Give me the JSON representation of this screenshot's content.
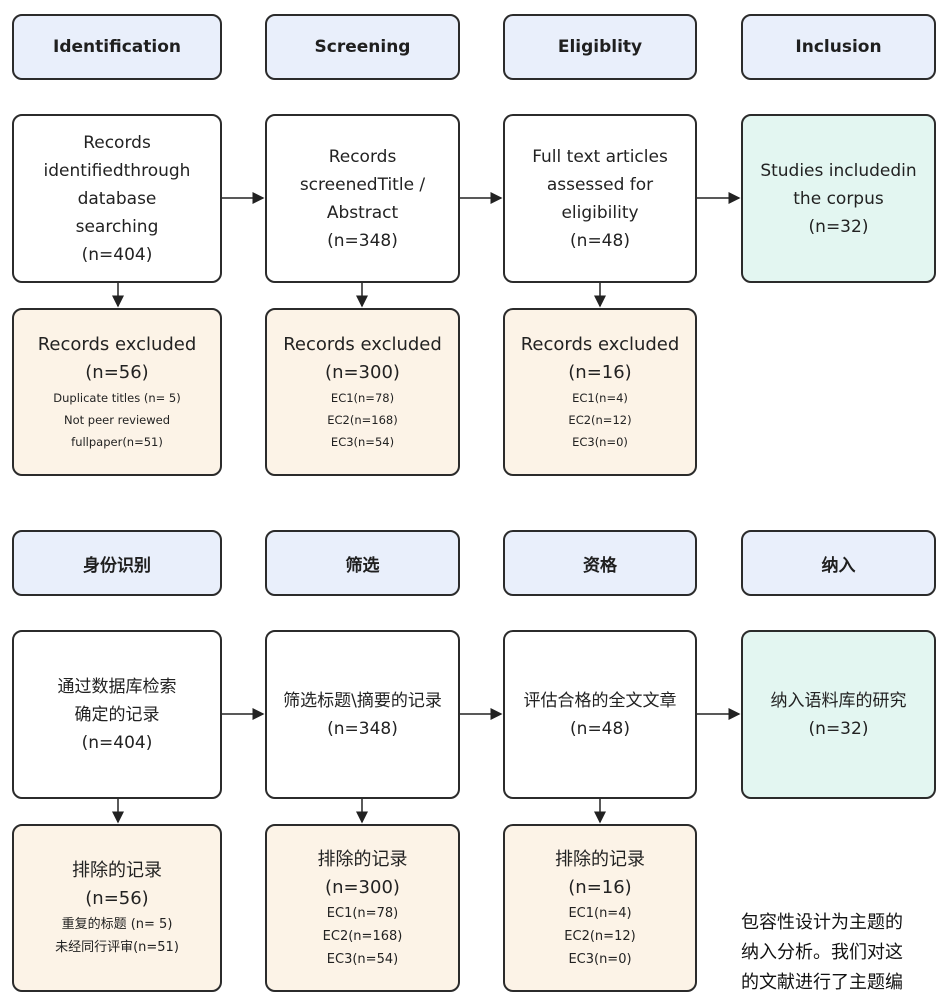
{
  "english": {
    "headers": [
      "Identification",
      "Screening",
      "Eligiblity",
      "Inclusion"
    ],
    "records": [
      {
        "lines": [
          "Records",
          "identifiedthrough",
          "database",
          "searching"
        ],
        "count": "(n=404)"
      },
      {
        "lines": [
          "Records",
          "screenedTitle /",
          "Abstract"
        ],
        "count": "(n=348)"
      },
      {
        "lines": [
          "Full text articles",
          "assessed for",
          "eligibility"
        ],
        "count": "(n=48)"
      },
      {
        "lines": [
          "Studies includedin",
          "the corpus"
        ],
        "count": "(n=32)"
      }
    ],
    "excluded": [
      {
        "title": "Records excluded",
        "count": "(n=56)",
        "details": [
          "Duplicate titles (n= 5)",
          "Not peer reviewed",
          "fullpaper(n=51)"
        ]
      },
      {
        "title": "Records excluded",
        "count": "(n=300)",
        "details": [
          "EC1(n=78)",
          "EC2(n=168)",
          "EC3(n=54)"
        ]
      },
      {
        "title": "Records excluded",
        "count": "(n=16)",
        "details": [
          "EC1(n=4)",
          "EC2(n=12)",
          "EC3(n=0)"
        ]
      }
    ]
  },
  "chinese": {
    "headers": [
      "身份识别",
      "筛选",
      "资格",
      "纳入"
    ],
    "records": [
      {
        "lines": [
          "通过数据库检索",
          "确定的记录"
        ],
        "count": "(n=404)"
      },
      {
        "lines": [
          "筛选标题\\摘要的记录"
        ],
        "count": "(n=348)"
      },
      {
        "lines": [
          "评估合格的全文文章"
        ],
        "count": "(n=48)"
      },
      {
        "lines": [
          "纳入语料库的研究"
        ],
        "count": "(n=32)"
      }
    ],
    "excluded": [
      {
        "title": "排除的记录",
        "count": "(n=56)",
        "details": [
          "重复的标题 (n= 5)",
          "未经同行评审(n=51)"
        ]
      },
      {
        "title": "排除的记录",
        "count": "(n=300)",
        "details": [
          "EC1(n=78)",
          "EC2(n=168)",
          "EC3(n=54)"
        ]
      },
      {
        "title": "排除的记录",
        "count": "(n=16)",
        "details": [
          "EC1(n=4)",
          "EC2(n=12)",
          "EC3(n=0)"
        ]
      }
    ]
  },
  "note_lines": [
    "包容性设计为主题的",
    "纳入分析。我们对这",
    "的文献进行了主题编"
  ],
  "colors": {
    "header_fill": "#e9effb",
    "excluded_fill": "#fcf3e7",
    "included_fill": "#e3f6f1",
    "border": "#2b2b2b"
  }
}
